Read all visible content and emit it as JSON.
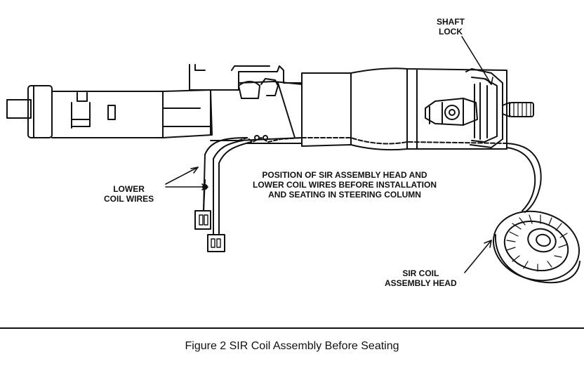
{
  "labels": {
    "shaft_lock": [
      "SHAFT",
      "LOCK"
    ],
    "lower_coil_wires": [
      "LOWER",
      "COIL WIRES"
    ],
    "position_note": [
      "POSITION OF SIR ASSEMBLY HEAD AND",
      "LOWER COIL WIRES BEFORE INSTALLATION",
      "AND SEATING IN STEERING COLUMN"
    ],
    "sir_coil_head": [
      "SIR COIL",
      "ASSEMBLY HEAD"
    ]
  },
  "caption": "Figure 2  SIR Coil Assembly Before Seating"
}
